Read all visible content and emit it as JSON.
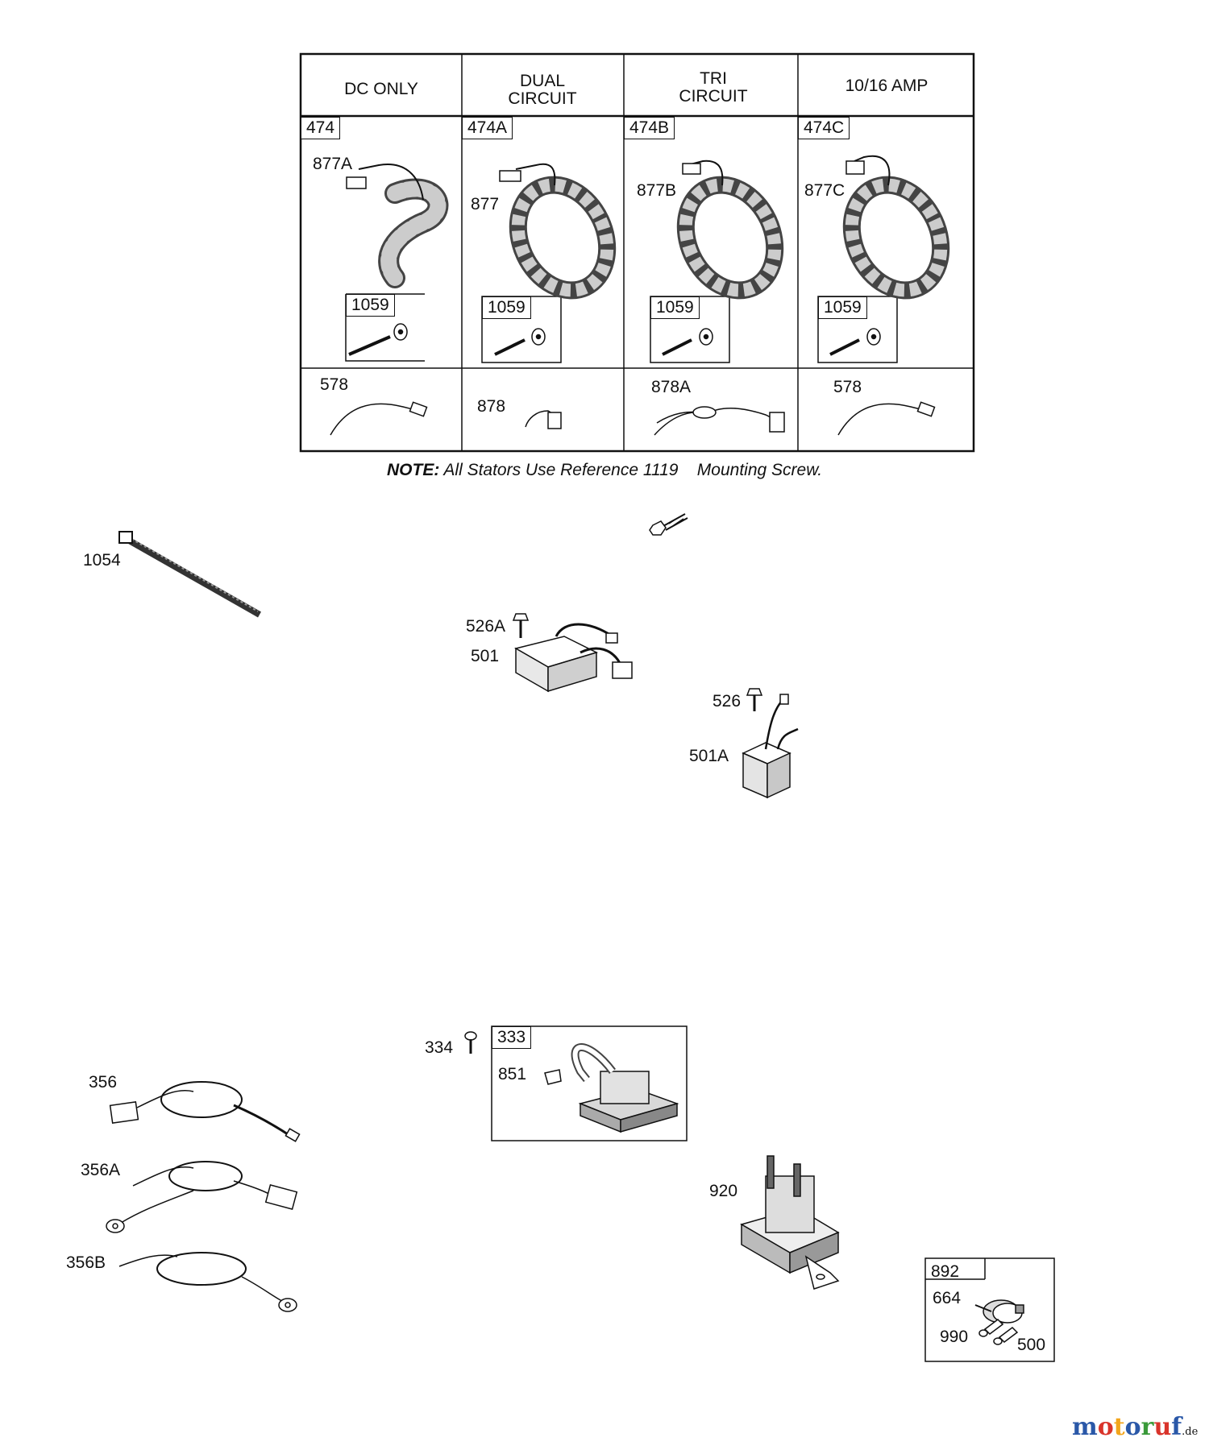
{
  "table": {
    "headers": [
      "DC ONLY",
      "DUAL CIRCUIT",
      "TRI CIRCUIT",
      "10/16 AMP"
    ],
    "columns": [
      {
        "ref": "474",
        "stator": "877A",
        "kit": "1059",
        "lead": "578"
      },
      {
        "ref": "474A",
        "stator": "877",
        "kit": "1059",
        "lead": "878"
      },
      {
        "ref": "474B",
        "stator": "877B",
        "kit": "1059",
        "lead": "878A"
      },
      {
        "ref": "474C",
        "stator": "877C",
        "kit": "1059",
        "lead": "578"
      }
    ]
  },
  "note": {
    "prefix": "NOTE:",
    "text": "All Stators Use Reference",
    "ref": "1119",
    "suffix": "Mounting Screw."
  },
  "parts": {
    "tie": "1054",
    "screw_526a": "526A",
    "regulator_501": "501",
    "screw_526": "526",
    "rectifier_501a": "501A",
    "screw_334": "334",
    "module_333": "333",
    "clip_851": "851",
    "harness_356": "356",
    "harness_356a": "356A",
    "harness_356b": "356B",
    "solenoid_920": "920",
    "switch_kit_892": "892",
    "switch_664": "664",
    "key_990": "990",
    "key_500": "500"
  },
  "branding": {
    "name": "motoruf",
    "tld": ".de",
    "colors": [
      "#2a58a8",
      "#d9342b",
      "#f2a51c",
      "#2a58a8",
      "#3a9a3a",
      "#d9342b",
      "#2a58a8"
    ]
  }
}
